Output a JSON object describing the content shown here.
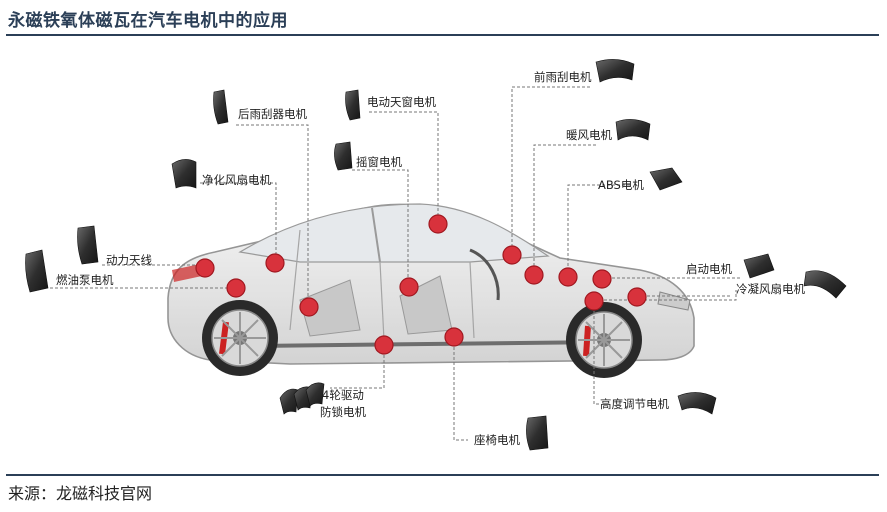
{
  "header": {
    "title": "永磁铁氧体磁瓦在汽车电机中的应用"
  },
  "footer": {
    "source": "来源：龙磁科技官网"
  },
  "labels": {
    "rear_wiper": "后雨刮器电机",
    "sunroof": "电动天窗电机",
    "front_wiper": "前雨刮电机",
    "heater": "暖风电机",
    "abs": "ABS电机",
    "window": "摇窗电机",
    "purifier_fan": "净化风扇电机",
    "antenna": "动力天线",
    "fuel_pump": "燃油泵电机",
    "starter": "启动电机",
    "cooling_fan": "冷凝风扇电机",
    "awd_line1": "4轮驱动",
    "awd_line2": "防锁电机",
    "seat": "座椅电机",
    "height_adj": "高度调节电机"
  },
  "colors": {
    "title": "#2b3f57",
    "hotspot": "#d8323c",
    "leader": "#777777",
    "magnet": "#3a3a3a"
  }
}
